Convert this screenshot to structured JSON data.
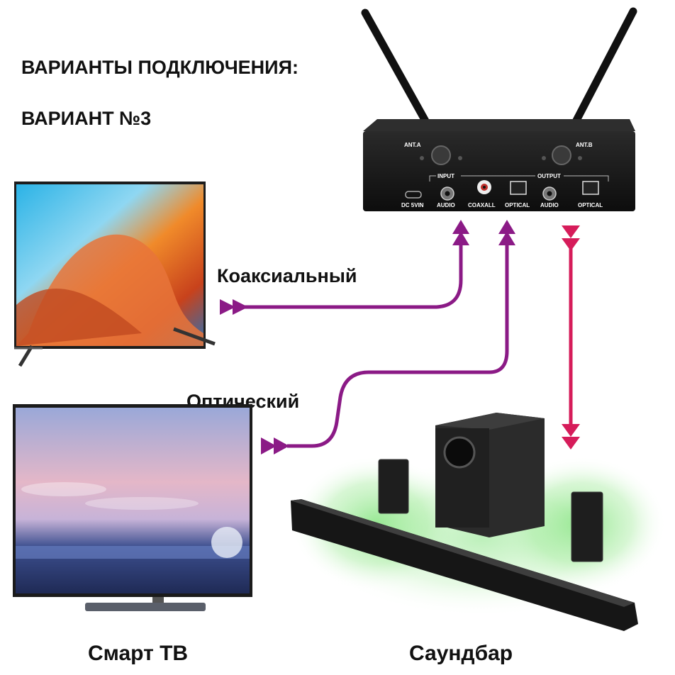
{
  "header": {
    "title": "ВАРИАНТЫ ПОДКЛЮЧЕНИЯ:",
    "variant": "ВАРИАНТ №3"
  },
  "connections": {
    "coaxial_label": "Коаксиальный",
    "optical_label": "Оптический"
  },
  "devices": {
    "tv_label": "Смарт ТВ",
    "soundbar_label": "Саундбар"
  },
  "receiver": {
    "ant_a": "ANT.A",
    "ant_b": "ANT.B",
    "dc_in": "DC 5VIN",
    "input_group": "INPUT",
    "output_group": "OUTPUT",
    "ports": [
      "AUDIO",
      "COAXALL",
      "OPTICAL",
      "AUDIO",
      "OPTICAL"
    ]
  },
  "colors": {
    "coaxial_line": "#8b1a86",
    "optical_line": "#8b1a86",
    "output_arrow": "#d61c5a",
    "soundbar_glow": "#7ee27a"
  },
  "icons": [
    "double-arrow-icon",
    "antenna-icon"
  ]
}
